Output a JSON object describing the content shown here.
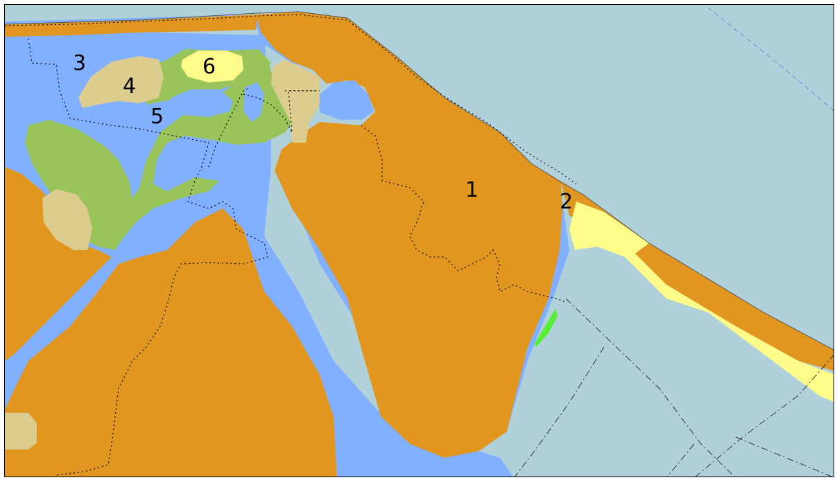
{
  "map": {
    "labels": [
      {
        "id": "1",
        "text": "1"
      },
      {
        "id": "2",
        "text": "2"
      },
      {
        "id": "3",
        "text": "3"
      },
      {
        "id": "4",
        "text": "4"
      },
      {
        "id": "5",
        "text": "5"
      },
      {
        "id": "6",
        "text": "6"
      }
    ],
    "colors": {
      "sea": "#b0d0da",
      "water": "#80b0ff",
      "orange_land": "#e0961f",
      "green": "#99c45a",
      "tan": "#dccc8e",
      "yellow": "#fdfb8a",
      "bright_green": "#55ee33"
    }
  }
}
